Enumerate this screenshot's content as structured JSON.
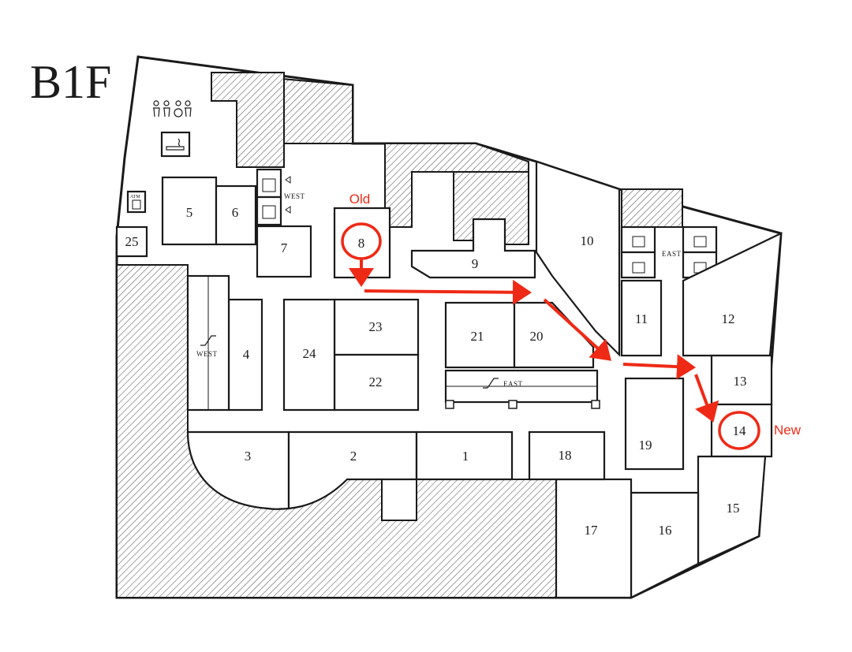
{
  "map": {
    "floor_label": "B1F",
    "units": [
      {
        "id": "1",
        "label": "1"
      },
      {
        "id": "2",
        "label": "2"
      },
      {
        "id": "3",
        "label": "3"
      },
      {
        "id": "4",
        "label": "4"
      },
      {
        "id": "5",
        "label": "5"
      },
      {
        "id": "6",
        "label": "6"
      },
      {
        "id": "7",
        "label": "7"
      },
      {
        "id": "8",
        "label": "8"
      },
      {
        "id": "9",
        "label": "9"
      },
      {
        "id": "10",
        "label": "10"
      },
      {
        "id": "11",
        "label": "11"
      },
      {
        "id": "12",
        "label": "12"
      },
      {
        "id": "13",
        "label": "13"
      },
      {
        "id": "14",
        "label": "14"
      },
      {
        "id": "15",
        "label": "15"
      },
      {
        "id": "16",
        "label": "16"
      },
      {
        "id": "17",
        "label": "17"
      },
      {
        "id": "18",
        "label": "18"
      },
      {
        "id": "19",
        "label": "19"
      },
      {
        "id": "20",
        "label": "20"
      },
      {
        "id": "21",
        "label": "21"
      },
      {
        "id": "22",
        "label": "22"
      },
      {
        "id": "23",
        "label": "23"
      },
      {
        "id": "24",
        "label": "24"
      },
      {
        "id": "25",
        "label": "25"
      }
    ],
    "labels": {
      "elevator_west": "WEST",
      "elevator_east": "EAST",
      "escalator_west": "WEST",
      "escalator_east": "EAST",
      "atm": "ATM"
    },
    "route": {
      "from_label": "Old",
      "to_label": "New",
      "from_unit": "8",
      "to_unit": "14",
      "color": "#ee2a16"
    },
    "icons": [
      "restroom-icon",
      "accessible-restroom-icon",
      "smoking-area-icon",
      "atm-icon",
      "elevator-icon",
      "escalator-icon"
    ]
  }
}
